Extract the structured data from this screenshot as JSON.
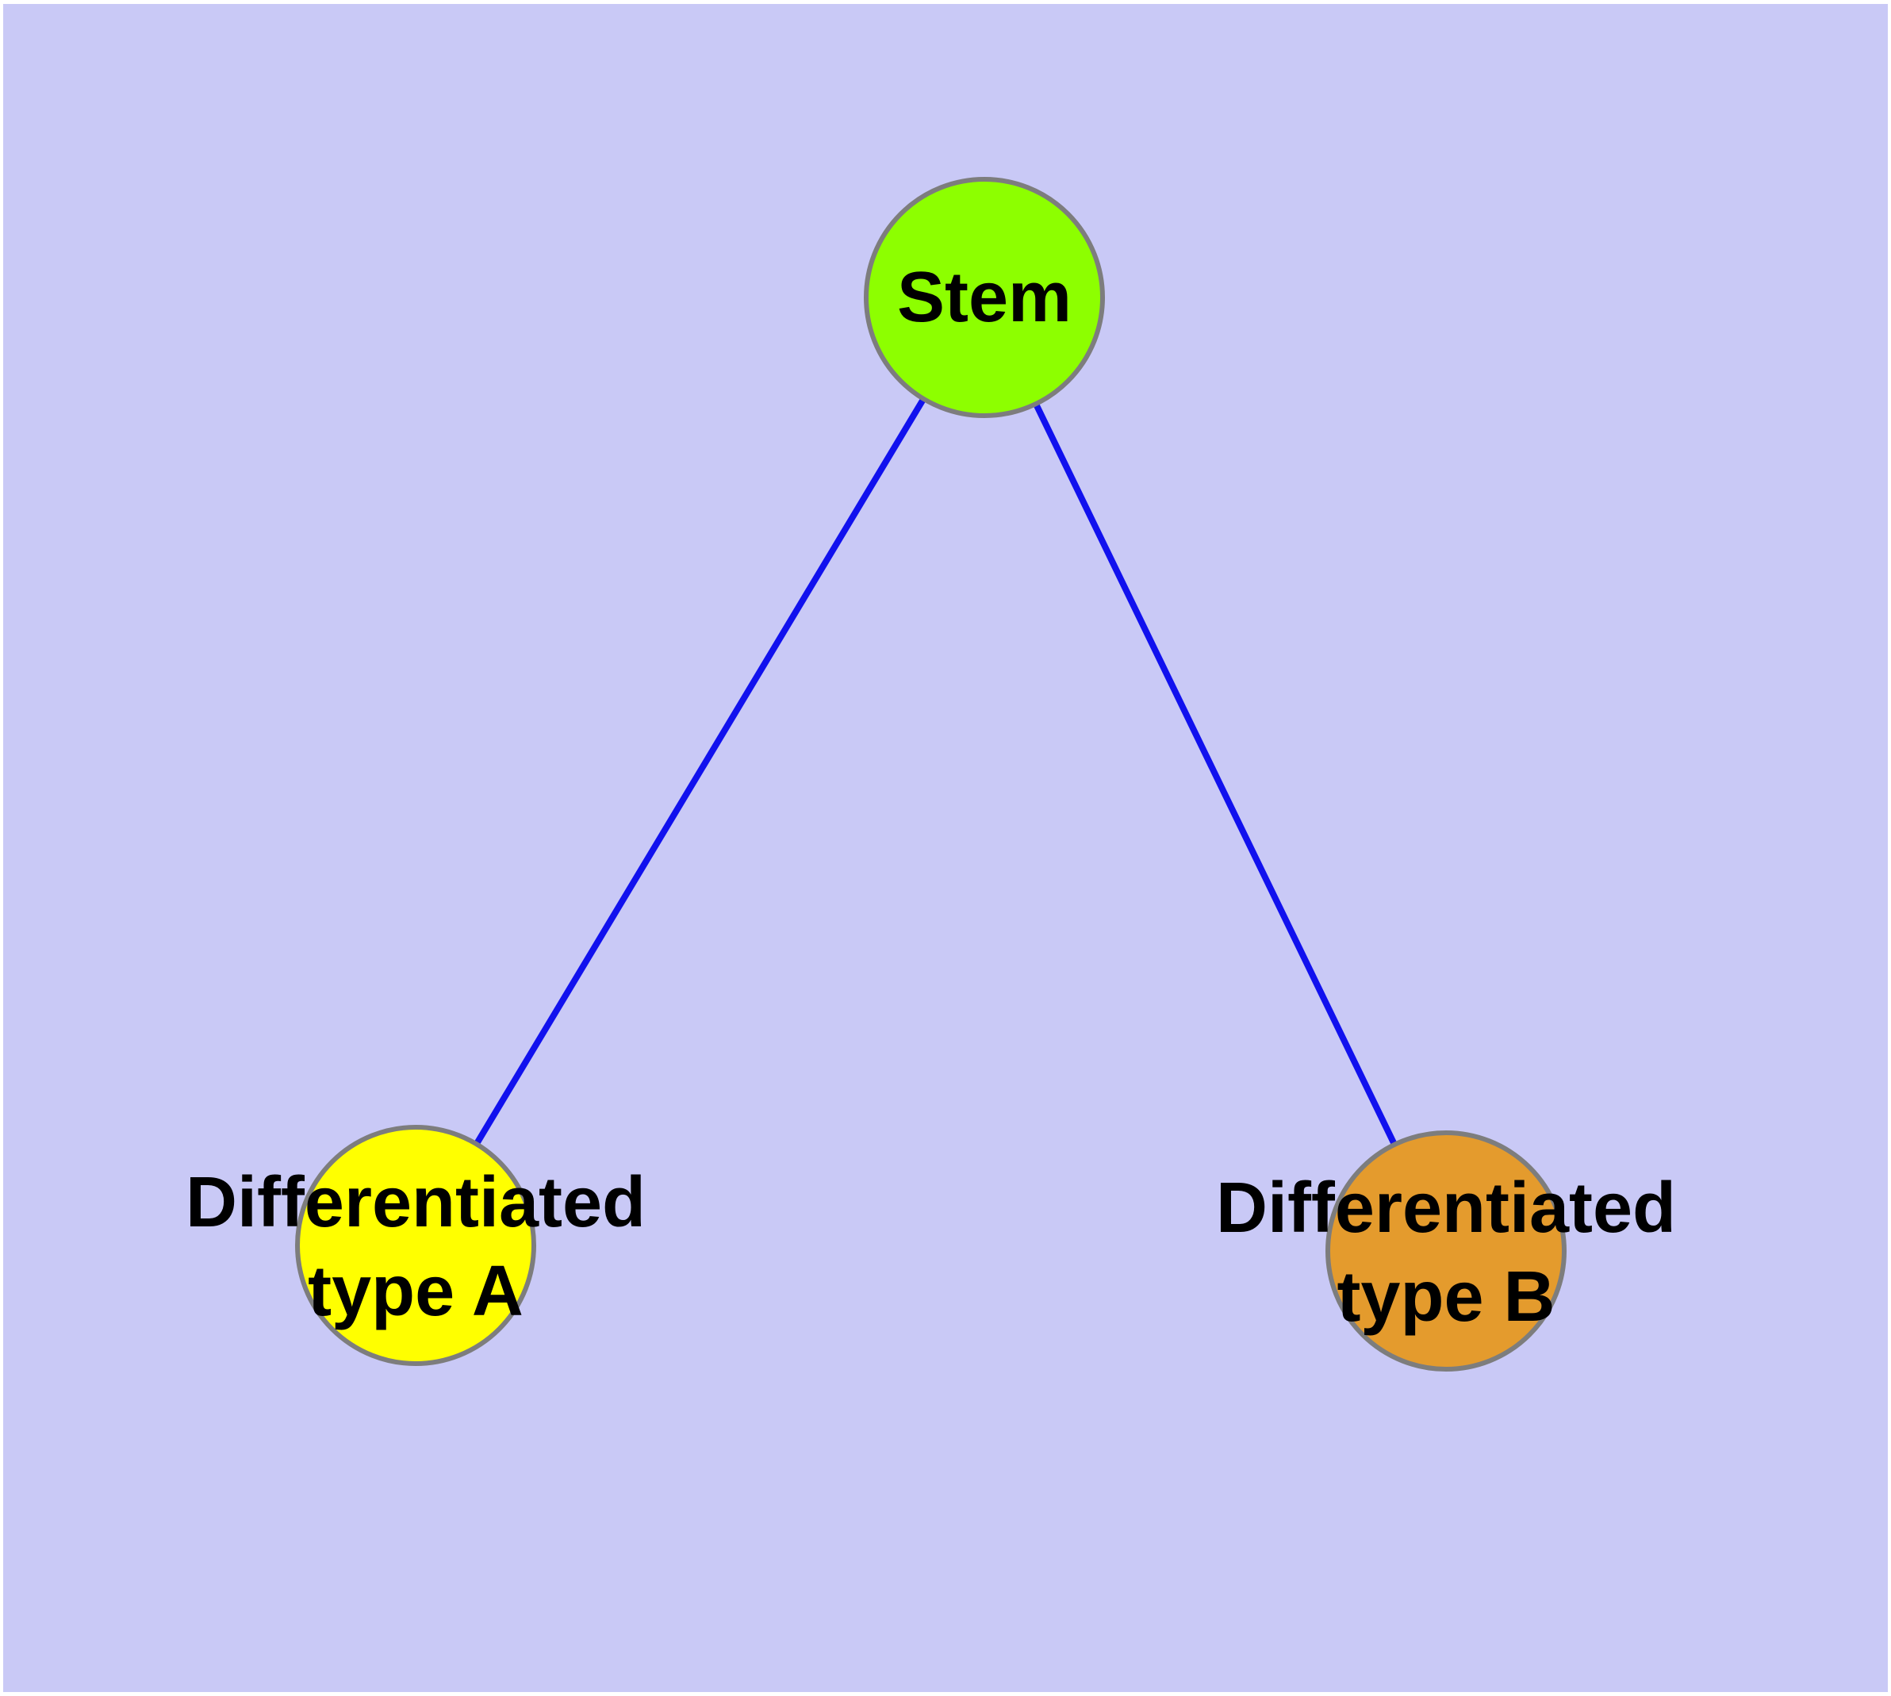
{
  "colors": {
    "page-bg": "#ffffff",
    "canvas-bg": "#c9c9f6",
    "edge": "#1111ee",
    "node-border": "#7d7d7d",
    "label": "#000000",
    "stem-fill": "#8dff00",
    "type-a-fill": "#ffff00",
    "type-b-fill": "#e49b2d"
  },
  "graph": {
    "type": "node-link-diagram",
    "nodes": [
      {
        "id": "stem",
        "label": "Stem"
      },
      {
        "id": "type-a",
        "label": "Differentiated\ntype A"
      },
      {
        "id": "type-b",
        "label": "Differentiated\ntype B"
      }
    ],
    "edges": [
      {
        "from": "stem",
        "to": "type-a"
      },
      {
        "from": "stem",
        "to": "type-b"
      }
    ]
  }
}
